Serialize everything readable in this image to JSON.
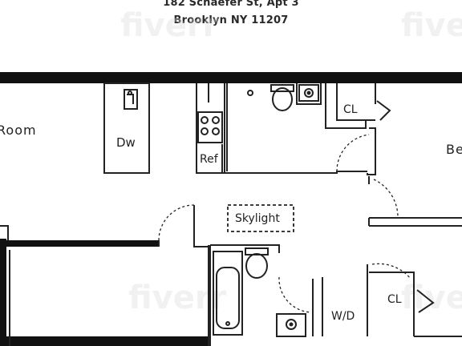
{
  "address": {
    "line1": "182 Schaefer St, Apt 3",
    "line2": "Brooklyn NY 11207"
  },
  "rooms": {
    "living_room": "Room",
    "bedroom": "Be"
  },
  "fixtures": {
    "dishwasher": "Dw",
    "refrigerator": "Ref",
    "skylight": "Skylight",
    "closet_upper": "CL",
    "closet_lower": "CL",
    "washer_dryer": "W/D"
  },
  "watermark": "fiverr",
  "colors": {
    "wall": "#111111",
    "line": "#222222",
    "background": "#ffffff"
  }
}
